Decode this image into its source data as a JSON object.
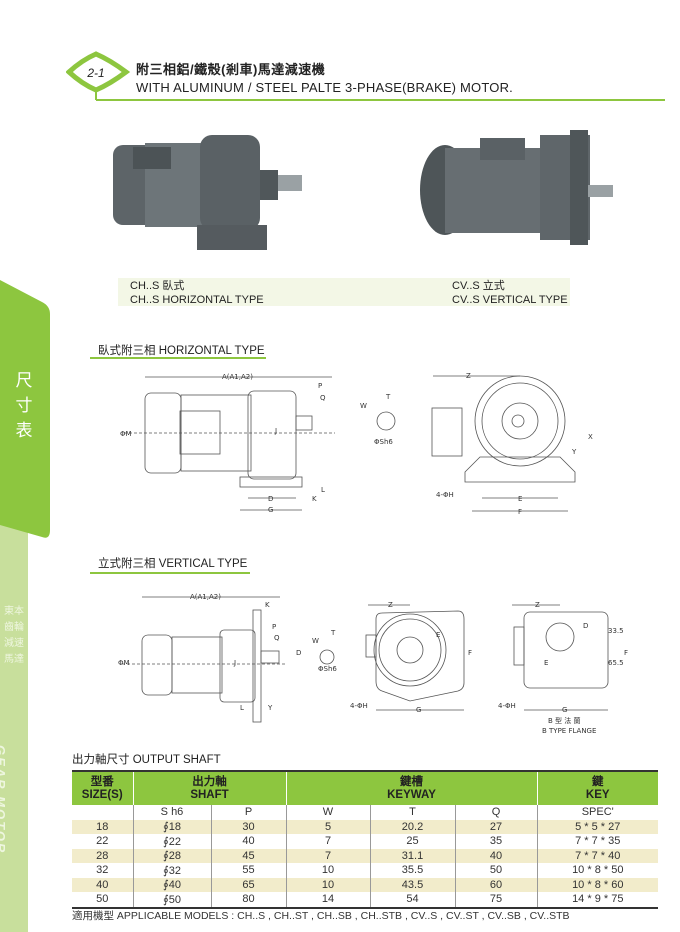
{
  "sidebar": {
    "tab_title": "尺寸表",
    "vertical_cn": "東本齒輪減速馬達",
    "vertical_en": "GEAR MOTOR"
  },
  "header": {
    "section_number": "2-1",
    "title_cn": "附三相鋁/鐵殼(剎車)馬達減速機",
    "title_en": "WITH ALUMINUM / STEEL PALTE 3-PHASE(BRAKE) MOTOR."
  },
  "photos": {
    "left": {
      "caption_cn": "CH..S 臥式",
      "caption_en": "CH..S HORIZONTAL TYPE"
    },
    "right": {
      "caption_cn": "CV..S 立式",
      "caption_en": "CV..S VERTICAL TYPE"
    }
  },
  "horizontal": {
    "title": "臥式附三相 HORIZONTAL TYPE",
    "labels": {
      "A": "A(A1,A2)",
      "P": "P",
      "Q": "Q",
      "M": "ΦM",
      "J": "J",
      "L": "L",
      "D": "D",
      "K": "K",
      "G": "G",
      "W": "W",
      "T": "T",
      "Sh6": "ΦSh6",
      "Z": "Z",
      "X": "X",
      "Y": "Y",
      "H": "4-ΦH",
      "E": "E",
      "F": "F"
    }
  },
  "vertical": {
    "title": "立式附三相 VERTICAL TYPE",
    "labels": {
      "A": "A(A1,A2)",
      "K": "K",
      "P": "P",
      "Q": "Q",
      "M": "ΦM",
      "J": "J",
      "D": "D",
      "L": "L",
      "Y": "Y",
      "W": "W",
      "T": "T",
      "Sh6": "ΦSh6",
      "Z": "Z",
      "E": "E",
      "F": "F",
      "G": "G",
      "H": "4-ΦH",
      "dim1": "33.5",
      "dim2": "65.5"
    },
    "b_flange_cn": "B 型 法 蘭",
    "b_flange_en": "B TYPE FLANGE"
  },
  "output_shaft": {
    "title": "出力軸尺寸  OUTPUT SHAFT",
    "headers": [
      {
        "cn": "型番",
        "en": "SIZE(S)"
      },
      {
        "cn": "出力軸",
        "en": "SHAFT"
      },
      {
        "cn": "鍵槽",
        "en": "KEYWAY"
      },
      {
        "cn": "鍵",
        "en": "KEY"
      }
    ],
    "subheaders": [
      "",
      "S h6",
      "P",
      "W",
      "T",
      "Q",
      "SPEC'"
    ],
    "rows": [
      [
        "18",
        "∮18",
        "30",
        "5",
        "20.2",
        "27",
        "5 * 5 * 27"
      ],
      [
        "22",
        "∮22",
        "40",
        "7",
        "25",
        "35",
        "7 * 7 * 35"
      ],
      [
        "28",
        "∮28",
        "45",
        "7",
        "31.1",
        "40",
        "7 * 7 * 40"
      ],
      [
        "32",
        "∮32",
        "55",
        "10",
        "35.5",
        "50",
        "10 * 8 * 50"
      ],
      [
        "40",
        "∮40",
        "65",
        "10",
        "43.5",
        "60",
        "10 * 8 * 60"
      ],
      [
        "50",
        "∮50",
        "80",
        "14",
        "54",
        "75",
        "14 * 9 * 75"
      ]
    ],
    "footer_cn": "適用機型",
    "footer_en": "APPLICABLE MODELS : CH..S , CH..ST , CH..SB , CH..STB , CV..S , CV..ST , CV..SB , CV..STB"
  },
  "colors": {
    "accent": "#8dc63f",
    "pale": "#c8df9c",
    "row_alt": "#f2eccb"
  }
}
